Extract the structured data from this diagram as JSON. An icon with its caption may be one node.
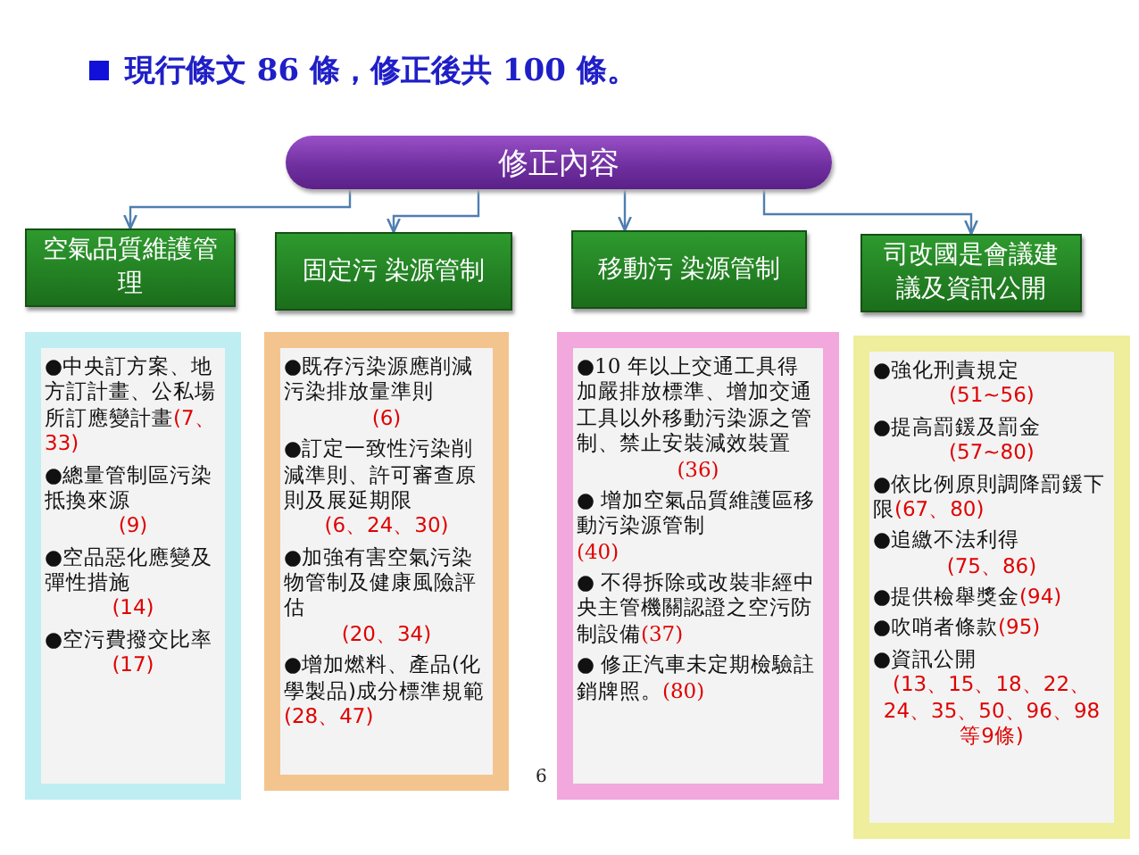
{
  "diagram": {
    "title": "現行條文 86 條，修正後共 100 條。",
    "nodes": [
      {
        "text": [
          "修正內容"
        ]
      },
      {
        "text": [
          "空氣品質維護管理"
        ]
      },
      {
        "text": [
          "固定污 染源管制"
        ]
      },
      {
        "text": [
          "移動污 染源管制"
        ]
      },
      {
        "text": [
          "司改國是會議建議及資訊公開"
        ]
      },
      {
        "text": [
          "●中央訂方案、地方訂計畫、公私場所訂應變計畫",
          "(7、33)",
          "●總量管制區污染抵換來源",
          "(9)",
          "●空品惡化應變及彈性措施",
          "(14)",
          "●空污費撥交比率",
          "(17)"
        ]
      },
      {
        "text": [
          "●既存污染源應削減污染排放量準則",
          "(6)",
          "●訂定一致性污染削減準則、許可審查原則及展延期限",
          "(6、24、30)",
          "●加強有害空氣污染物管制及健康風險評估",
          "(20、34)",
          "●增加燃料、產品(化學製品)成分標準規範",
          "(28、47)"
        ]
      },
      {
        "text": [
          "●10 年以上交通工具得加嚴排放標準、增加交通工具以外移動污染源之管制、禁止安裝減效裝置",
          "(36)",
          "● 增加空氣品質維護區移動污染源管制",
          "(40)",
          "● 不得拆除或改裝非經中央主管機關認證之空污防制設備",
          "(37)",
          "● 修正汽車未定期檢驗註銷牌照。",
          "(80)"
        ]
      },
      {
        "text": [
          "●強化刑責規定",
          "(51~56)",
          "●提高罰鍰及罰金",
          "(57~80)",
          "●依比例原則調降罰鍰下限",
          "(67、80)",
          "●追繳不法利得",
          "(75、86)",
          "●提供檢舉獎金",
          "(94)",
          "●吹哨者條款",
          "(95)",
          "●資訊公開",
          "(13、15、18、22、24、35、50、96、98等9條)"
        ]
      }
    ],
    "edges": [
      {
        "from": 0,
        "to": 1,
        "arrow": "to"
      },
      {
        "from": 0,
        "to": 2,
        "arrow": "to"
      },
      {
        "from": 0,
        "to": 3,
        "arrow": "to"
      },
      {
        "from": 0,
        "to": 4,
        "arrow": "to"
      }
    ],
    "labels": [
      "6"
    ]
  }
}
